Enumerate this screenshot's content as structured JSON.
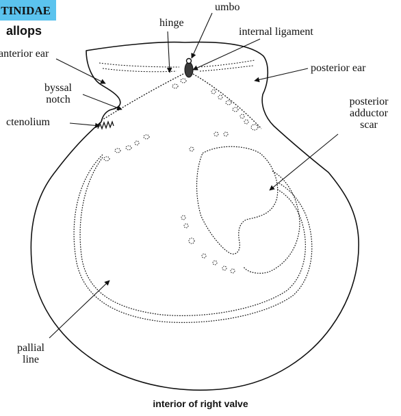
{
  "header": {
    "family_label": "TINIDAE",
    "subtitle": "allops"
  },
  "labels": {
    "umbo": "umbo",
    "hinge": "hinge",
    "internal_ligament": "internal ligament",
    "anterior_ear": "anterior ear",
    "posterior_ear": "posterior ear",
    "byssal_notch_1": "byssal",
    "byssal_notch_2": "notch",
    "ctenolium": "ctenolium",
    "posterior_adductor_1": "posterior",
    "posterior_adductor_2": "adductor",
    "posterior_adductor_3": "scar",
    "pallial_line_1": "pallial",
    "pallial_line_2": "line"
  },
  "caption": "interior of right valve",
  "colors": {
    "banner": "#5bc3ee",
    "ink": "#111111"
  }
}
